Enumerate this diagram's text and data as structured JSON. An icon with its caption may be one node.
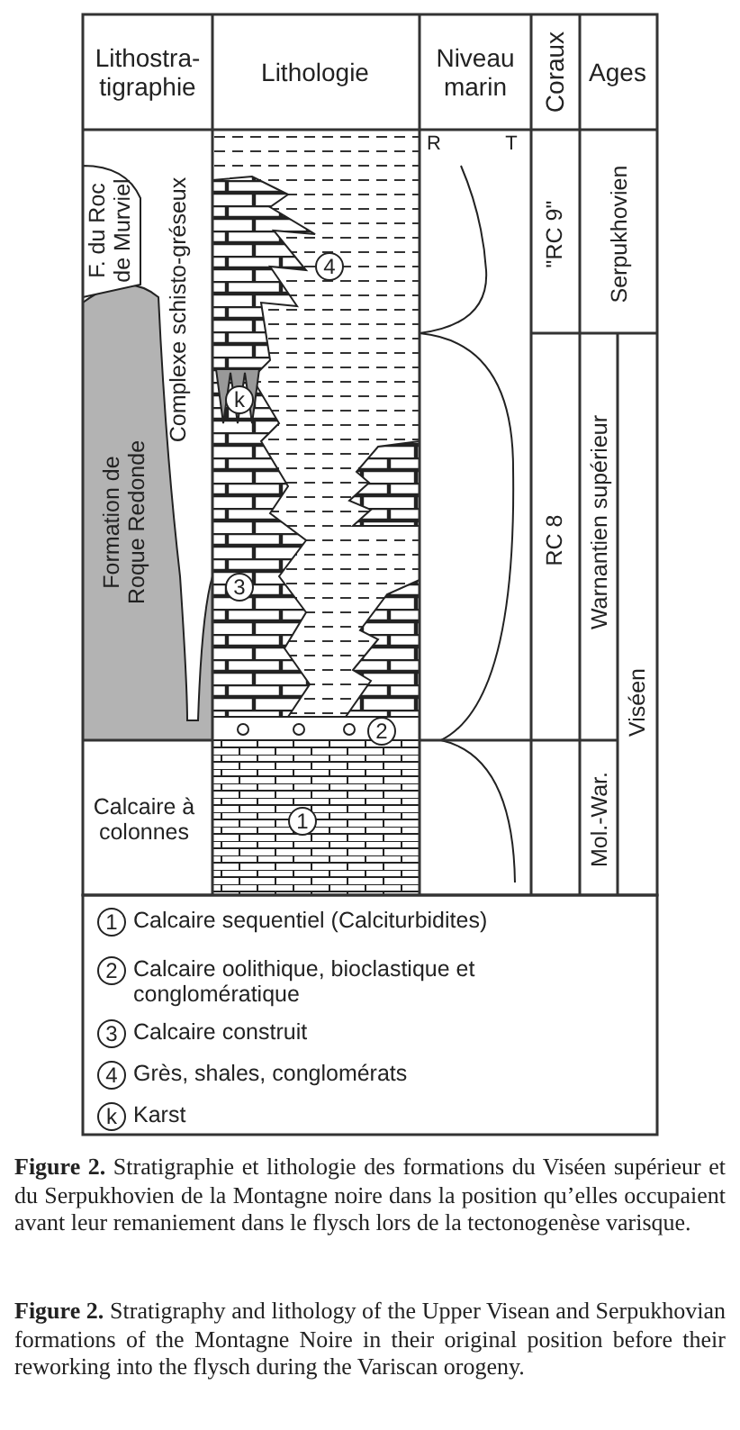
{
  "diagram": {
    "caption": "**Figure 2.** Stratigraphie et lithologie des formations du Viséen supérieur et du Serpukhovien de la Montagne noire dans la position qu’elles occupaient avant leur remaniement dans le flysch lors de la tectonogenèse varisque.",
    "labels": [
      "Lithostra- tigraphie",
      "Lithologie",
      "Niveau marin",
      "Coraux",
      "Ages",
      "R",
      "T",
      "F. du Roc de Murviel",
      "Complexe schisto-gréseux",
      "Formation de Roque Redonde",
      "Calcaire à colonnes",
      "4",
      "k",
      "3",
      "2",
      "1",
      "\"RC 9\"",
      "RC 8",
      "Mol.-War.",
      "Serpukhovien",
      "Warnantien supérieur",
      "Viséen",
      "1",
      "2",
      "3",
      "4",
      "k",
      "**Figure 2.** Stratigraphy and lithology of the Upper Visean and Serpukhovian formations of the Montagne Noire in their original position before their reworking into the flysch during the Variscan orogeny."
    ],
    "legend": [
      {
        "text": "Calcaire sequentiel (Calciturbidites)"
      },
      {
        "text": "Calcaire oolithique, bioclastique et conglomératique"
      },
      {
        "text": "Calcaire construit"
      },
      {
        "text": "Grès, shales, conglomérats"
      },
      {
        "text": "Karst"
      }
    ]
  }
}
